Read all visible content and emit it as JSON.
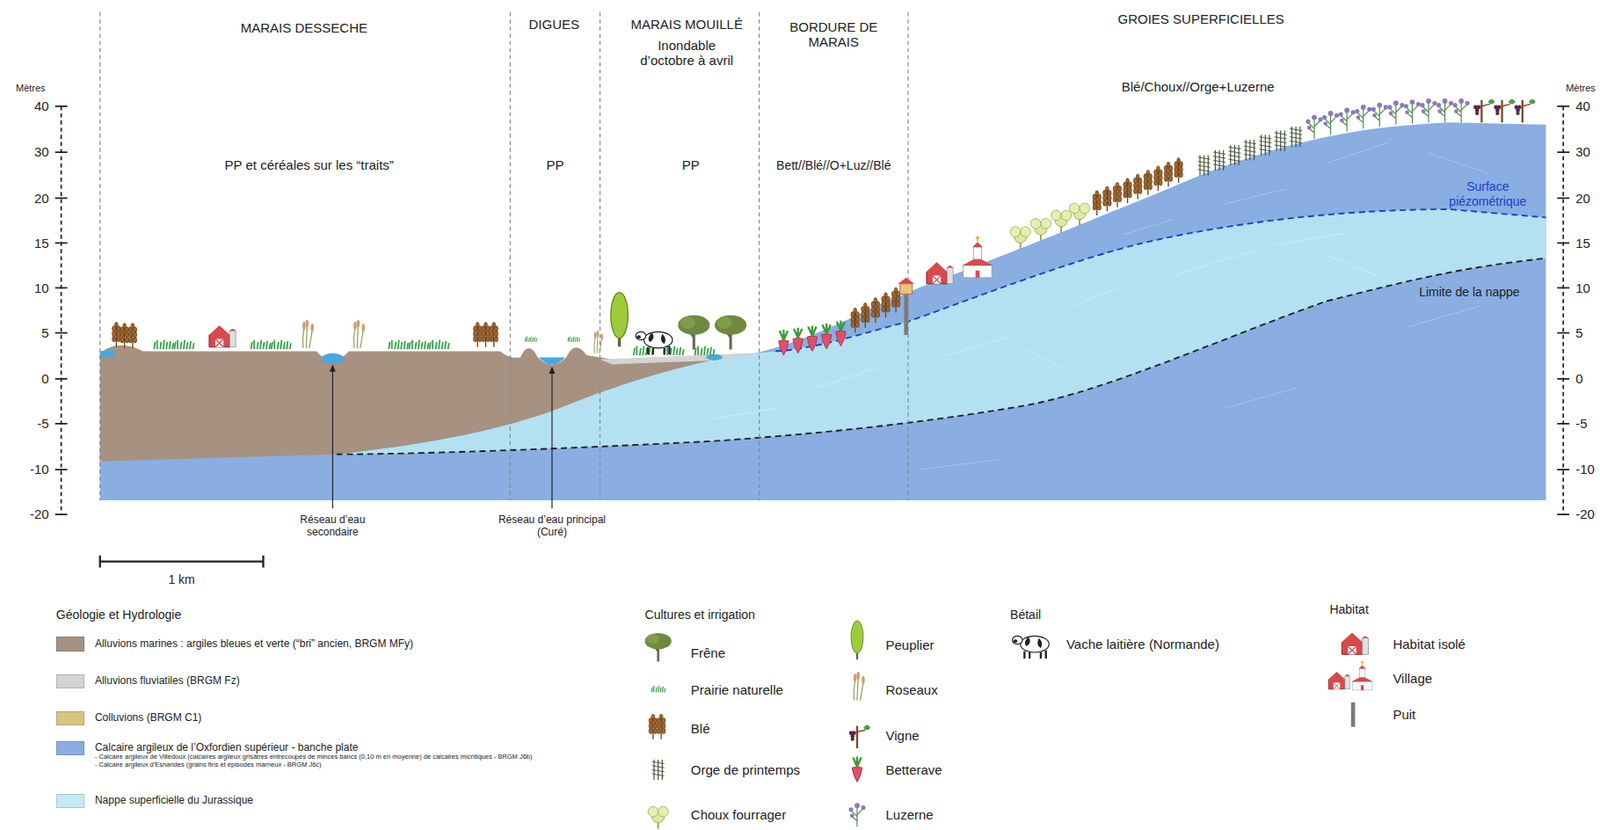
{
  "diagram": {
    "labels": [
      "MARAIS DESSECHE",
      "DIGUES",
      "MARAIS MOUILLÉ",
      "Inondable d’octobre à avril",
      "BORDURE DE MARAIS",
      "GROIES SUPERFICIELLES",
      "Blé/Choux//Orge+Luzerne",
      "PP et céréales sur les “traits”",
      "PP",
      "PP",
      "Bett//Blé//O+Luz//Blé",
      "Mètres",
      "Mètres",
      "40",
      "30",
      "20",
      "15",
      "10",
      "5",
      "0",
      "-5",
      "-10",
      "-20",
      "40",
      "30",
      "20",
      "15",
      "10",
      "5",
      "0",
      "-5",
      "-10",
      "-20",
      "Surface piézométrique",
      "Limite de la nappe",
      "Réseau d’eau secondaire",
      "Réseau d’eau principal (Curé)",
      "1 km",
      "Géologie et Hydrologie",
      "- Calcaire argileux de Villedoux (calcaires argileux grisâtres entrecoupés de minces bancs (0,10 m en moyenne) de calcaires micritiques - BRGM J6b)",
      "- Calcaire argileux d’Esnandes (grains fins et épisodes marneux - BRGM J6c)",
      "Cultures et irrigation",
      "Bétail",
      "Habitat"
    ],
    "legend": [
      {
        "text": "Alluvions marines : argiles bleues et verte (“bri” ancien, BRGM MFy)",
        "color": "#a79180"
      },
      {
        "text": "Alluvions fluviatiles (BRGM Fz)",
        "color": "#d3d3d3"
      },
      {
        "text": "Colluvions (BRGM C1)",
        "color": "#d6c582"
      },
      {
        "text": "Calcaire argileux de l’Oxfordien supérieur - banche plate",
        "color": "#8aaee2"
      },
      {
        "text": "Nappe superficielle du Jurassique",
        "color": "#c4ebf5"
      },
      {
        "text": "Frêne"
      },
      {
        "text": "Prairie naturelle"
      },
      {
        "text": "Blé"
      },
      {
        "text": "Orge de printemps"
      },
      {
        "text": "Choux fourrager"
      },
      {
        "text": "Peuplier"
      },
      {
        "text": "Roseaux"
      },
      {
        "text": "Vigne"
      },
      {
        "text": "Betterave"
      },
      {
        "text": "Luzerne"
      },
      {
        "text": "Vache laitière (Normande)"
      },
      {
        "text": "Habitat isolé"
      },
      {
        "text": "Village"
      },
      {
        "text": "Puit"
      }
    ]
  }
}
